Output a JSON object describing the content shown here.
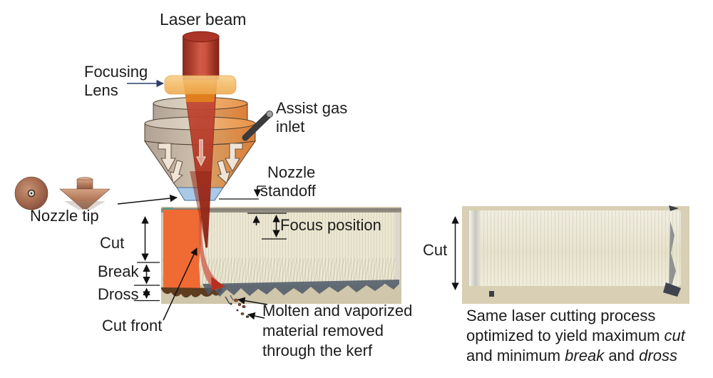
{
  "figure": {
    "labels": {
      "laser_beam": "Laser beam",
      "focusing_lens": [
        "Focusing",
        "Lens"
      ],
      "assist_gas": [
        "Assist gas",
        "inlet"
      ],
      "nozzle_standoff": [
        "Nozzle",
        "standoff"
      ],
      "nozzle_tip": "Nozzle tip",
      "cut_left": "Cut",
      "break": "Break",
      "dross": "Dross",
      "cut_front": "Cut front",
      "focus_position": "Focus position",
      "molten": [
        "Molten and vaporized",
        "material removed",
        "through the kerf"
      ],
      "cut_right": "Cut"
    },
    "caption": {
      "lines": [
        {
          "segments": [
            {
              "text": "Same laser cutting process",
              "italic": false
            }
          ]
        },
        {
          "segments": [
            {
              "text": "optimized to yield maximum ",
              "italic": false
            },
            {
              "text": "cut",
              "italic": true
            }
          ]
        },
        {
          "segments": [
            {
              "text": "and minimum ",
              "italic": false
            },
            {
              "text": "break",
              "italic": true
            },
            {
              "text": " and ",
              "italic": false
            },
            {
              "text": "dross",
              "italic": true
            }
          ]
        }
      ]
    },
    "colors": {
      "beam_red": "#b93a2a",
      "lens_amber": "#f4bc6a",
      "nozzle_orange": "#dd7f35",
      "nozzle_gray": "#b0a295",
      "tip_blue": "#a9c9e8",
      "cut_front_orange": "#f06a33",
      "arrow_navy": "#2c3f6b",
      "text": "#1c1c1c"
    }
  }
}
